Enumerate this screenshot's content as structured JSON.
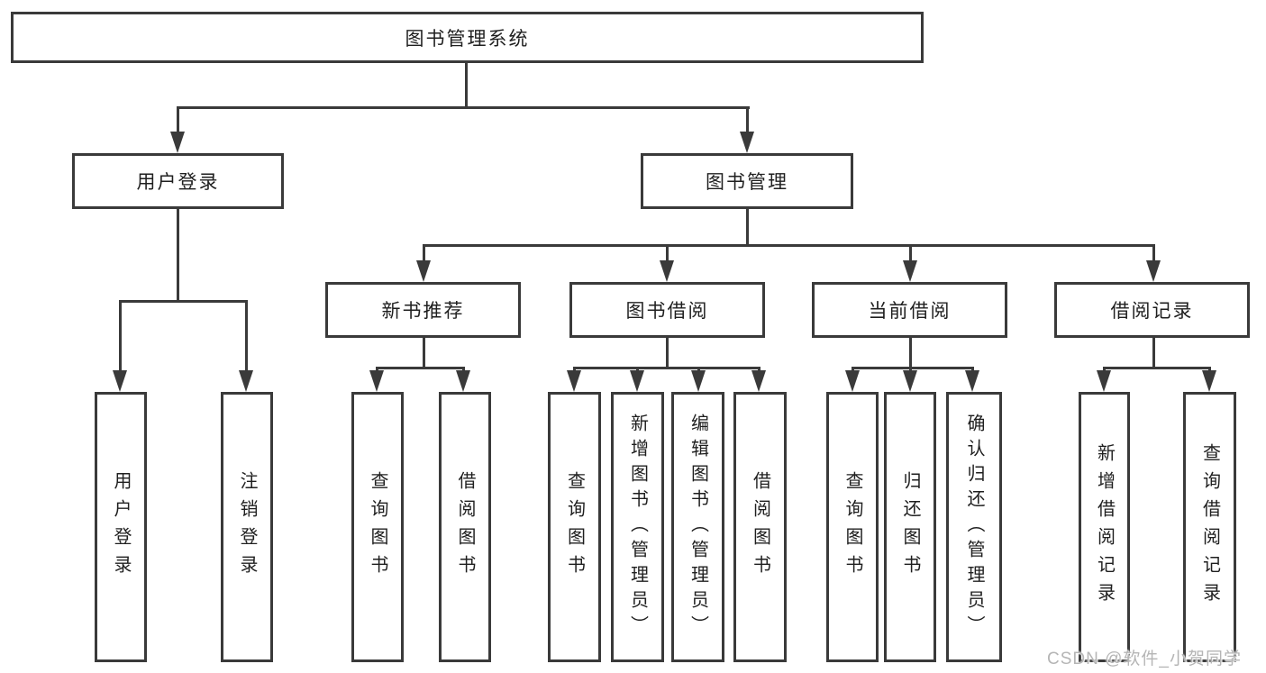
{
  "nodes": {
    "root": "图书管理系统",
    "user_login": "用户登录",
    "book_mgmt": "图书管理",
    "new_book_rec": "新书推荐",
    "book_borrow": "图书借阅",
    "current_borrow": "当前借阅",
    "borrow_records": "借阅记录",
    "ul_user_login": "用户登录",
    "ul_logout": "注销登录",
    "nbr_query_books": "查询图书",
    "nbr_borrow_books": "借阅图书",
    "bb_query_books": "查询图书",
    "bb_add_books": "新增图书（管理员）",
    "bb_edit_books": "编辑图书（管理员）",
    "bb_borrow_books": "借阅图书",
    "cb_query_books": "查询图书",
    "cb_return_books": "归还图书",
    "cb_confirm_return": "确认归还（管理员）",
    "br_add_record": "新增借阅记录",
    "br_query_record": "查询借阅记录"
  },
  "hierarchy": {
    "图书管理系统": {
      "用户登录": [
        "用户登录",
        "注销登录"
      ],
      "图书管理": {
        "新书推荐": [
          "查询图书",
          "借阅图书"
        ],
        "图书借阅": [
          "查询图书",
          "新增图书（管理员）",
          "编辑图书（管理员）",
          "借阅图书"
        ],
        "当前借阅": [
          "查询图书",
          "归还图书",
          "确认归还（管理员）"
        ],
        "借阅记录": [
          "新增借阅记录",
          "查询借阅记录"
        ]
      }
    }
  },
  "watermark": {
    "text": "CSDN @软件_小贺同学",
    "color": "#b5b5b5"
  },
  "colors": {
    "line": "#3a3a3a",
    "text": "#1f1f1f",
    "background": "#ffffff"
  }
}
